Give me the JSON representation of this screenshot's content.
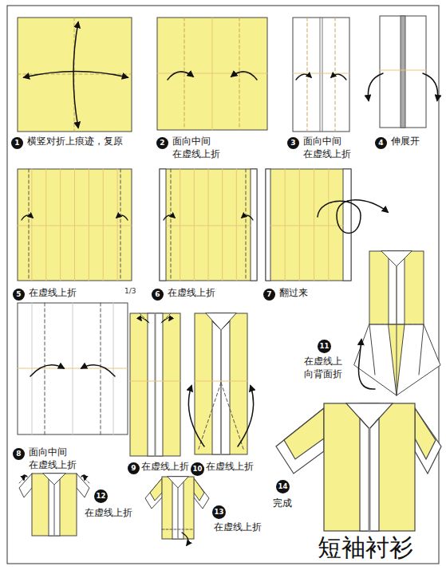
{
  "diagram": {
    "title": "短袖衬衫",
    "labels": [
      "1",
      "横竖对折上痕迹，复原",
      "2",
      "面向中间 在虚线上折",
      "3",
      "面向中间 在虚线上折",
      "4",
      "伸展开",
      "5",
      "在虚线上折",
      "1/3",
      "6",
      "在虚线上折",
      "7",
      "翻过来",
      "8",
      "面向中间 在虚线上折",
      "9",
      "在虚线上折",
      "10",
      "在虚线上折",
      "11",
      "在虚线上 向背面折",
      "12",
      "在虚线上折",
      "13",
      "在虚线上折",
      "14",
      "完成"
    ]
  }
}
